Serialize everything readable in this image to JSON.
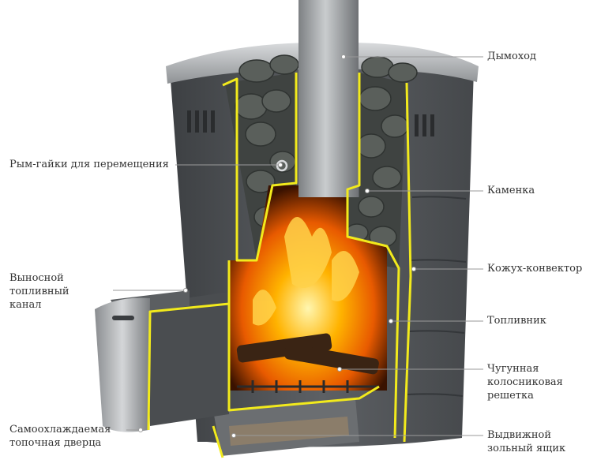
{
  "callouts": {
    "chimney": "Дымоход",
    "eye_nuts": "Рым-гайки для перемещения",
    "stones": "Каменка",
    "convector": "Кожух-конвектор",
    "remote_channel": "Выносной\nтопливный\nканал",
    "firebox": "Топливник",
    "grate": "Чугунная\nколосниковая\nрешетка",
    "door": "Самоохлаждаемая\nтопочная дверца",
    "ash_box": "Выдвижной\nзольный ящик"
  },
  "colors": {
    "steel_dark": "#4b4e51",
    "steel_mid": "#6d7073",
    "steel_light": "#b9bcbf",
    "cut_line": "#f2ea1c",
    "fire": "#ff8a00",
    "stone": "#5a5f5b",
    "leader": "#9a9a9a"
  }
}
